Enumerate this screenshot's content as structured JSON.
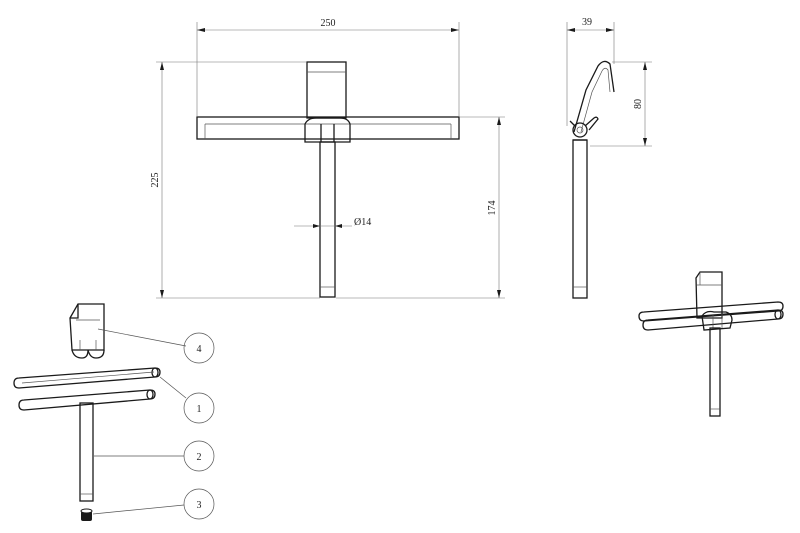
{
  "dimensions": {
    "width_250": "250",
    "height_225": "225",
    "handle_174": "174",
    "diameter_14": "Ø14",
    "depth_39": "39",
    "hook_80": "80"
  },
  "parts": [
    {
      "number": "4"
    },
    {
      "number": "1"
    },
    {
      "number": "2"
    },
    {
      "number": "3"
    }
  ],
  "colors": {
    "line": "#1a1a1a",
    "dimension": "#777777",
    "background": "#ffffff"
  }
}
